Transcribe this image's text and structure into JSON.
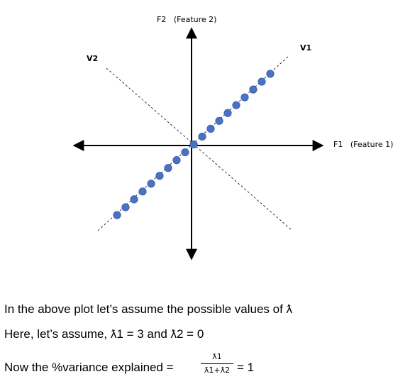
{
  "diagram": {
    "x_axis_label": "F1   (Feature 1)",
    "y_axis_label": "F2   (Feature 2)",
    "v1_label": "V1",
    "v2_label": "V2",
    "point_color": "#4a72c4",
    "point_count": 19
  },
  "text": {
    "line1": "In the above plot let’s assume the possible values of ƛ",
    "line2": "Here, let’s assume, ƛ1 = 3 and ƛ2 = 0",
    "line3_prefix": "Now the %variance explained =",
    "fraction_numerator": "ƛ1",
    "fraction_denominator": "ƛ1+ƛ2",
    "line3_suffix": "= 1"
  }
}
